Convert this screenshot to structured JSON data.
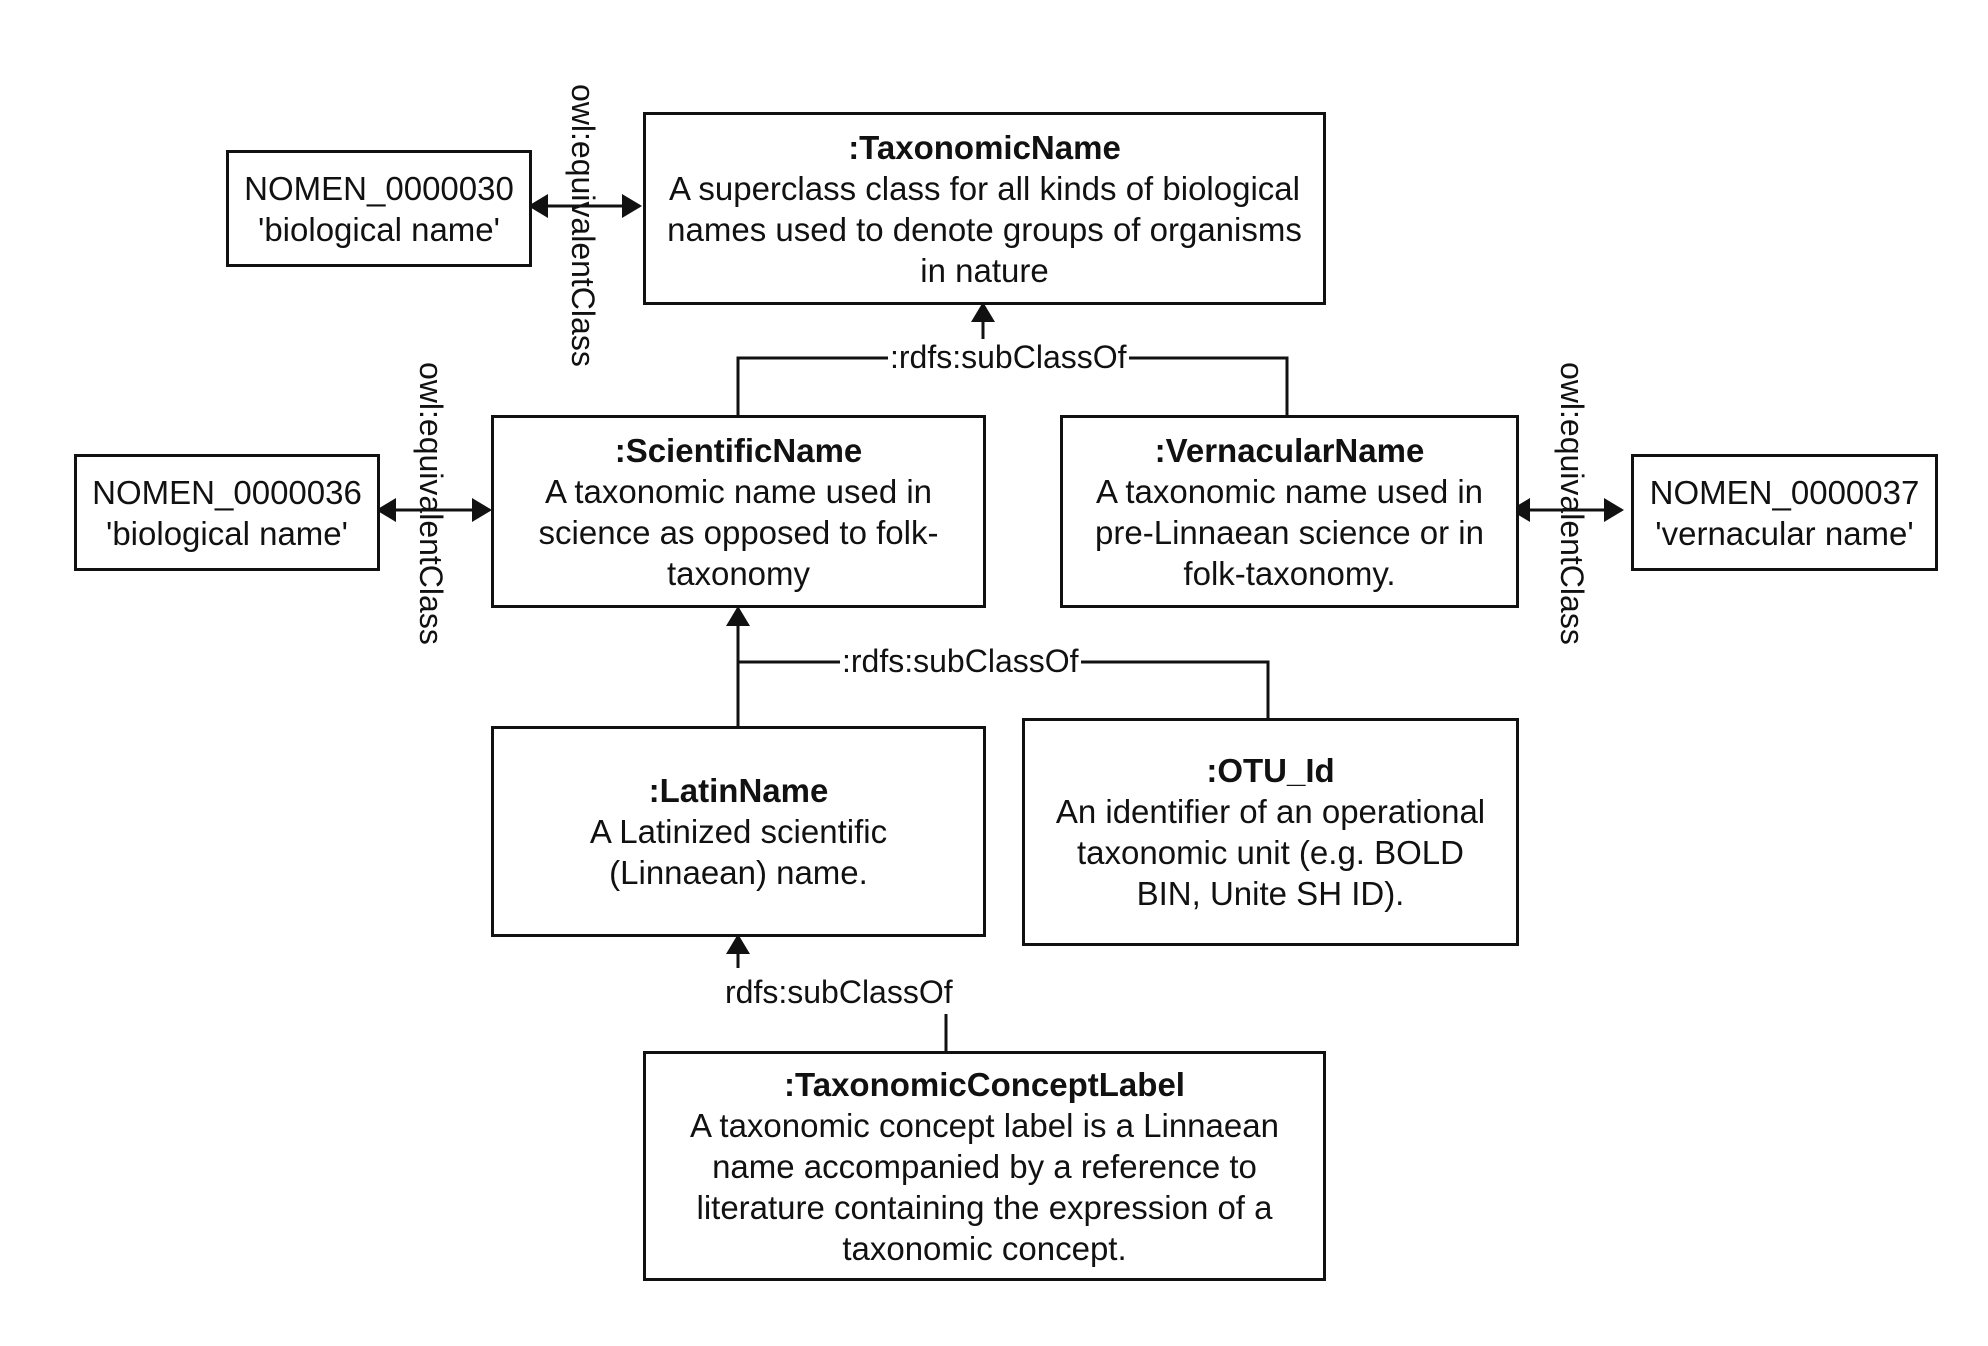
{
  "nodes": {
    "taxonomic_name": {
      "title": ":TaxonomicName",
      "desc": "A superclass class for all kinds of biological names used to denote groups of organisms in nature"
    },
    "scientific_name": {
      "title": ":ScientificName",
      "desc": "A taxonomic name used in science as opposed to folk-taxonomy"
    },
    "vernacular_name": {
      "title": ":VernacularName",
      "desc": "A taxonomic name used in pre-Linnaean science or in folk-taxonomy."
    },
    "latin_name": {
      "title": ":LatinName",
      "desc": "A Latinized scientific (Linnaean) name."
    },
    "otu_id": {
      "title": ":OTU_Id",
      "desc": "An identifier of an operational taxonomic unit  (e.g. BOLD BIN, Unite SH ID)."
    },
    "taxonomic_concept_label": {
      "title": ":TaxonomicConceptLabel",
      "desc": "A taxonomic concept label is a Linnaean name accompanied by a reference to literature containing the expression of a taxonomic concept."
    }
  },
  "nomen": {
    "n30": {
      "id": "NOMEN_0000030",
      "label": "'biological name'"
    },
    "n36": {
      "id": "NOMEN_0000036",
      "label": "'biological name'"
    },
    "n37": {
      "id": "NOMEN_0000037",
      "label": "'vernacular name'"
    }
  },
  "edges": {
    "subclass_top": ":rdfs:subClassOf",
    "subclass_mid": ":rdfs:subClassOf",
    "subclass_bottom": "rdfs:subClassOf",
    "equiv_top": "owl:equivalentClass",
    "equiv_left": "owl:equivalentClass",
    "equiv_right": "owl:equivalentClass"
  }
}
